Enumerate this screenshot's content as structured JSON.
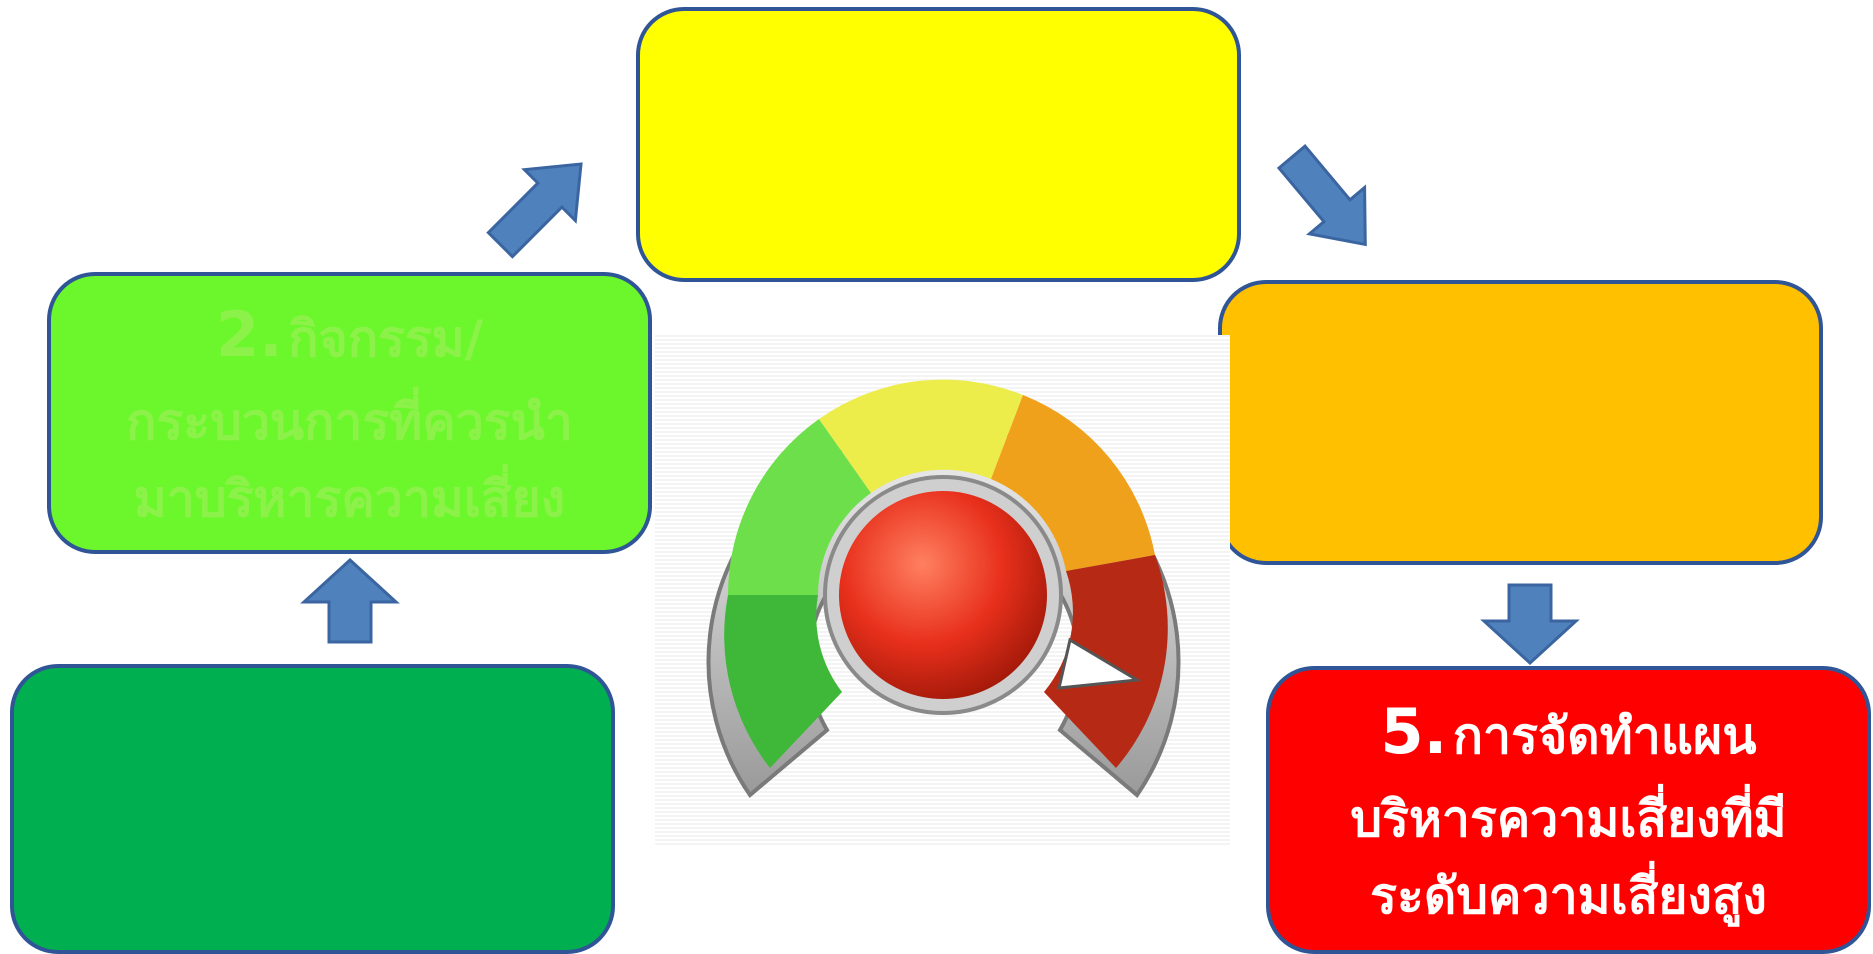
{
  "colors": {
    "yellow_box": "#ffff00",
    "lime_box": "#6cf72d",
    "orange_box": "#ffc000",
    "green_box": "#00b050",
    "red_box": "#ff0000",
    "border": "#2f5597",
    "arrow": "#4f81bd"
  },
  "boxes": {
    "step2": {
      "number": "2.",
      "label": "กิจกรรม/กระบวนการที่ควรนำมาบริหารความเสี่ยง"
    },
    "step5": {
      "number": "5.",
      "label": "การจัดทำแผนบริหารความเสี่ยงที่มีระดับความเสี่ยงสูง"
    }
  },
  "icons": {
    "center": "risk-gauge-icon",
    "arrows": "block-arrow-icon"
  }
}
